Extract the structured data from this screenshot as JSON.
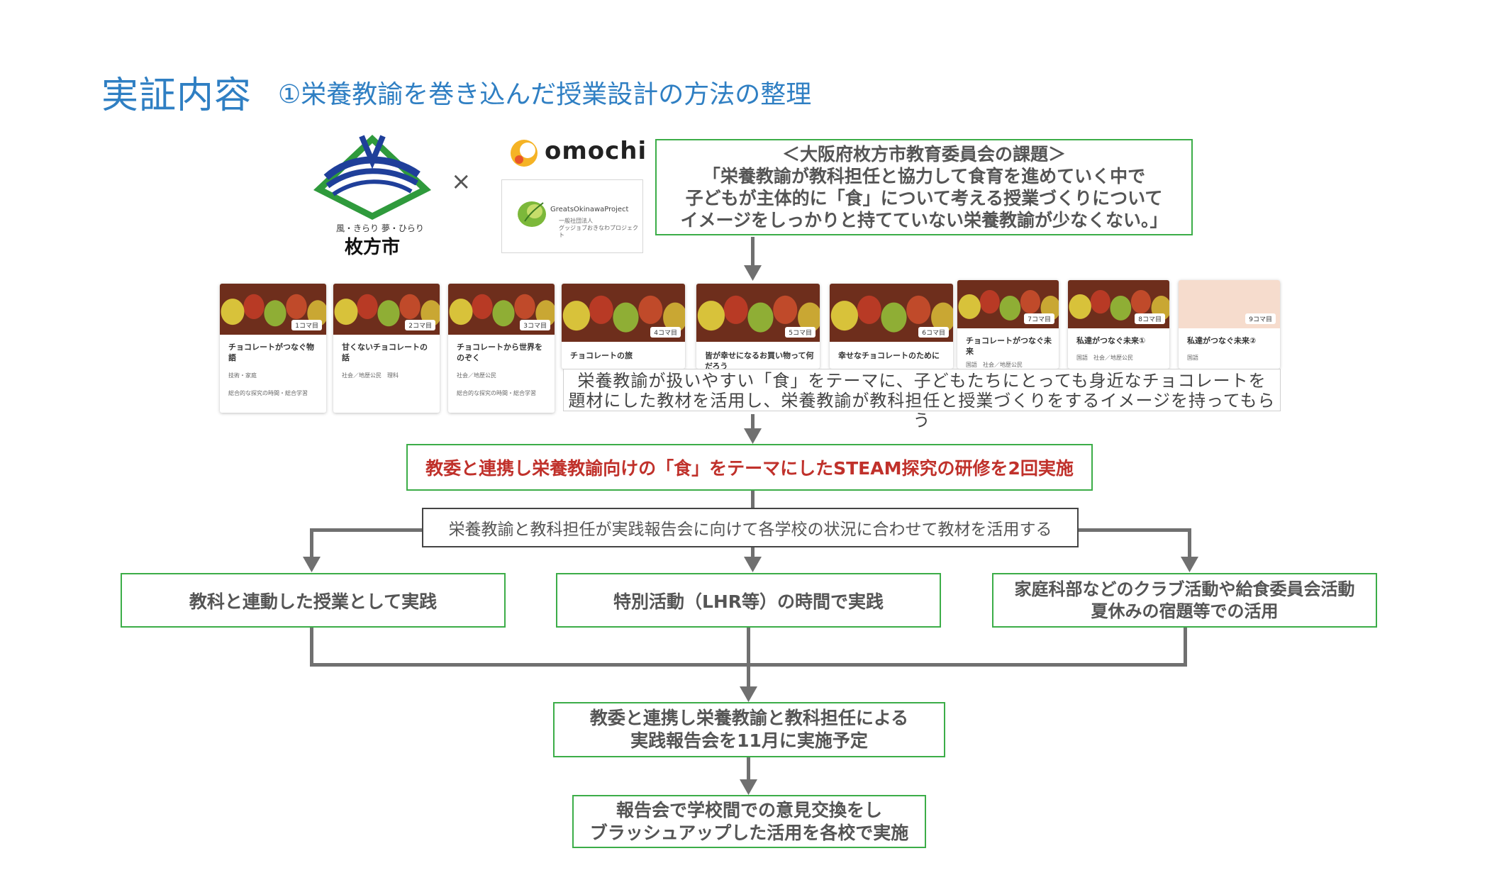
{
  "title": {
    "main": "実証内容",
    "sub": "①栄養教諭を巻き込んだ授業設計の方法の整理"
  },
  "logos": {
    "hirakata_tagline": "風・きらり 夢・ひらり",
    "hirakata_city": "枚方市",
    "cross": "×",
    "omochi": "omochi",
    "gop_name": "GreatsOkinawaProject",
    "gop_sub1": "一般社団法人",
    "gop_sub2": "グッジョブおきなわプロジェクト"
  },
  "issue": {
    "heading": "＜大阪府枚方市教育委員会の課題＞",
    "line1": "「栄養教諭が教科担任と協力して食育を進めていく中で",
    "line2": "子どもが主体的に「食」について考える授業づくりについて",
    "line3": "イメージをしっかりと持てていない栄養教諭が少なくない。」"
  },
  "cards": [
    {
      "tag": "1コマ目",
      "title": "チョコレートがつなぐ物語",
      "meta1": "技術・家庭",
      "meta2": "総合的な探究の時間・総合学習"
    },
    {
      "tag": "2コマ目",
      "title": "甘くないチョコレートの話",
      "meta1": "社会／地歴公民　理科",
      "meta2": ""
    },
    {
      "tag": "3コマ目",
      "title": "チョコレートから世界をのぞく",
      "meta1": "社会／地歴公民",
      "meta2": "総合的な探究の時間・総合学習"
    },
    {
      "tag": "4コマ目",
      "title": "チョコレートの旅",
      "meta1": "",
      "meta2": ""
    },
    {
      "tag": "5コマ目",
      "title": "皆が幸せになるお買い物って何だろう",
      "meta1": "",
      "meta2": ""
    },
    {
      "tag": "6コマ目",
      "title": "幸せなチョコレートのために",
      "meta1": "",
      "meta2": ""
    },
    {
      "tag": "7コマ目",
      "title": "チョコレートがつなぐ未来",
      "meta1": "国語　社会／地歴公民",
      "meta2": ""
    },
    {
      "tag": "8コマ目",
      "title": "私達がつなぐ未来①",
      "meta1": "国語　社会／地歴公民",
      "meta2": ""
    },
    {
      "tag": "9コマ目",
      "title": "私達がつなぐ未来②",
      "meta1": "国語",
      "meta2": ""
    }
  ],
  "desc": {
    "line1": "栄養教諭が扱いやすい「食」をテーマに、子どもたちにとっても身近なチョコレートを",
    "line2": "題材にした教材を活用し、栄養教諭が教科担任と授業づくりをするイメージを持ってもらう"
  },
  "red_box": "教委と連携し栄養教諭向けの「食」をテーマにしたSTEAM探究の研修を2回実施",
  "gray_box": "栄養教諭と教科担任が実践報告会に向けて各学校の状況に合わせて教材を活用する",
  "branches": {
    "b1": "教科と連動した授業として実践",
    "b2": "特別活動（LHR等）の時間で実践",
    "b3_line1": "家庭科部などのクラブ活動や給食委員会活動",
    "b3_line2": "夏休みの宿題等での活用"
  },
  "report": {
    "line1": "教委と連携し栄養教諭と教科担任による",
    "line2": "実践報告会を11月に実施予定"
  },
  "final": {
    "line1": "報告会で学校間での意見交換をし",
    "line2": "ブラッシュアップした活用を各校で実施"
  },
  "colors": {
    "title": "#2f7fc3",
    "green_border": "#3cad48",
    "red_text": "#c0312b",
    "arrow": "#707070"
  }
}
